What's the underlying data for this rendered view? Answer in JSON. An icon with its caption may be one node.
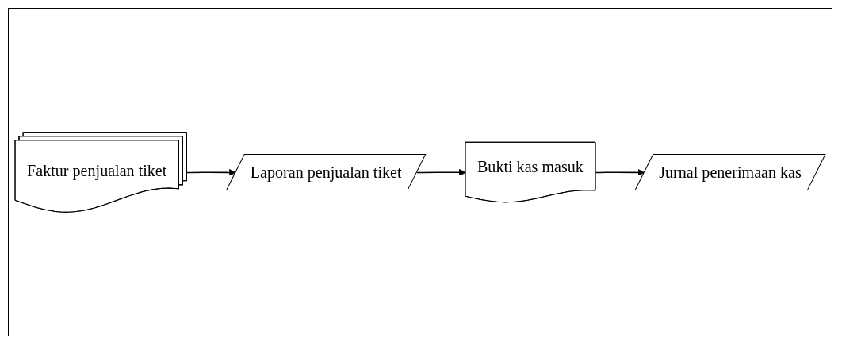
{
  "diagram": {
    "nodes": [
      {
        "text": [
          "Faktur penjualan tiket"
        ]
      },
      {
        "text": [
          "Laporan penjualan tiket"
        ]
      },
      {
        "text": [
          "Bukti kas masuk"
        ]
      },
      {
        "text": [
          "Jurnal penerimaan kas"
        ]
      }
    ],
    "edges": [
      {
        "from": 0,
        "to": 1,
        "arrow": "to"
      },
      {
        "from": 1,
        "to": 2,
        "arrow": "to"
      },
      {
        "from": 2,
        "to": 3,
        "arrow": "to"
      }
    ]
  }
}
